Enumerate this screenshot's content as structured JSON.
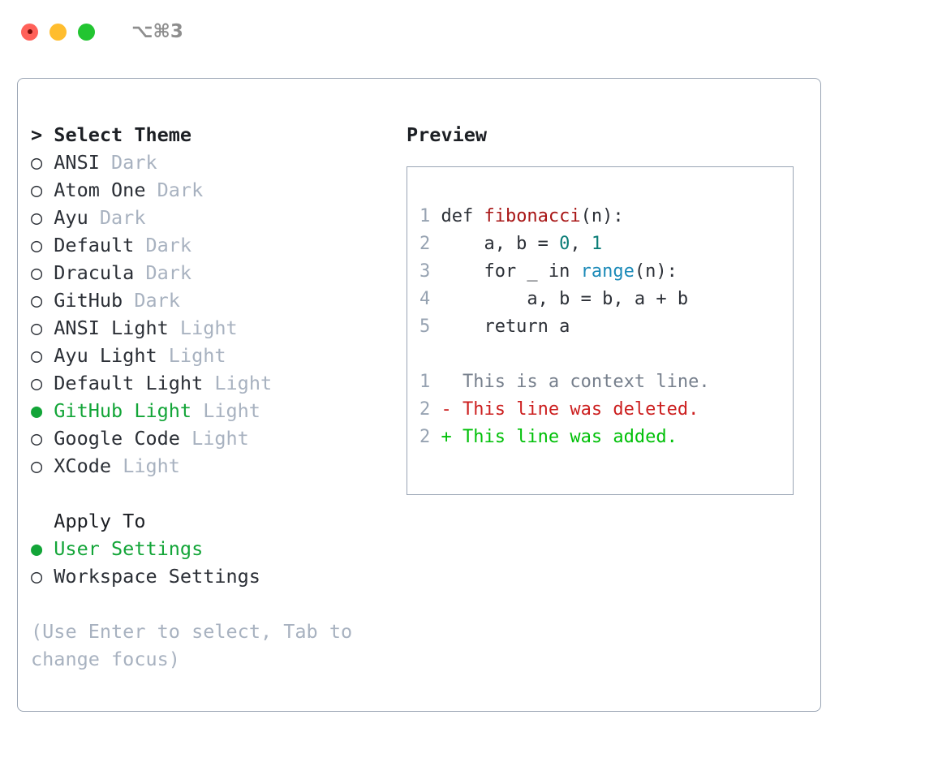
{
  "titlebar": {
    "shortcut": "⌥⌘3",
    "buttons": [
      {
        "name": "close",
        "color": "#ff6159"
      },
      {
        "name": "minimize",
        "color": "#ffbd2e"
      },
      {
        "name": "zoom",
        "color": "#22c531"
      }
    ]
  },
  "theme_list": {
    "header": "> Select Theme",
    "marker_selected": "●",
    "marker_unselected": "○",
    "items": [
      {
        "marker": "○",
        "name": "ANSI",
        "badge": "Dark",
        "selected": false
      },
      {
        "marker": "○",
        "name": "Atom One",
        "badge": "Dark",
        "selected": false
      },
      {
        "marker": "○",
        "name": "Ayu",
        "badge": "Dark",
        "selected": false
      },
      {
        "marker": "○",
        "name": "Default",
        "badge": "Dark",
        "selected": false
      },
      {
        "marker": "○",
        "name": "Dracula",
        "badge": "Dark",
        "selected": false
      },
      {
        "marker": "○",
        "name": "GitHub",
        "badge": "Dark",
        "selected": false
      },
      {
        "marker": "○",
        "name": "ANSI Light",
        "badge": "Light",
        "selected": false
      },
      {
        "marker": "○",
        "name": "Ayu Light",
        "badge": "Light",
        "selected": false
      },
      {
        "marker": "○",
        "name": "Default Light",
        "badge": "Light",
        "selected": false
      },
      {
        "marker": "●",
        "name": "GitHub Light",
        "badge": "Light",
        "selected": true
      },
      {
        "marker": "○",
        "name": "Google Code",
        "badge": "Light",
        "selected": false
      },
      {
        "marker": "○",
        "name": "XCode",
        "badge": "Light",
        "selected": false
      }
    ]
  },
  "apply_to": {
    "header": "  Apply To",
    "items": [
      {
        "marker": "●",
        "label": "User Settings",
        "selected": true
      },
      {
        "marker": "○",
        "label": "Workspace Settings",
        "selected": false
      }
    ]
  },
  "hint": "(Use Enter to select, Tab to change focus)",
  "preview": {
    "header": "Preview",
    "code_lines": [
      {
        "lno": "1",
        "tokens": [
          {
            "t": "def ",
            "c": "kw"
          },
          {
            "t": "fibonacci",
            "c": "fn"
          },
          {
            "t": "(n):",
            "c": "pl"
          }
        ]
      },
      {
        "lno": "2",
        "tokens": [
          {
            "t": "    a, b = ",
            "c": "pl"
          },
          {
            "t": "0",
            "c": "num"
          },
          {
            "t": ", ",
            "c": "pl"
          },
          {
            "t": "1",
            "c": "num"
          }
        ]
      },
      {
        "lno": "3",
        "tokens": [
          {
            "t": "    for _ in ",
            "c": "kw"
          },
          {
            "t": "range",
            "c": "call"
          },
          {
            "t": "(n):",
            "c": "pl"
          }
        ]
      },
      {
        "lno": "4",
        "tokens": [
          {
            "t": "        a, b = b, a + b",
            "c": "pl"
          }
        ]
      },
      {
        "lno": "5",
        "tokens": [
          {
            "t": "    return a",
            "c": "kw"
          }
        ]
      }
    ],
    "diff_lines": [
      {
        "lno": "1",
        "sign": "  ",
        "text": "This is a context line.",
        "kind": "ctx"
      },
      {
        "lno": "2",
        "sign": "- ",
        "text": "This line was deleted.",
        "kind": "del"
      },
      {
        "lno": "2",
        "sign": "+ ",
        "text": "This line was added.",
        "kind": "add"
      }
    ]
  },
  "colors": {
    "accent_green": "#13a538",
    "diff_add": "#00c008",
    "diff_del": "#cc1f1f",
    "border": "#9aa5b4",
    "muted": "#a8b2c0",
    "syntax_function": "#a81616",
    "syntax_number": "#0b7d77",
    "syntax_call": "#1b8ab8"
  }
}
